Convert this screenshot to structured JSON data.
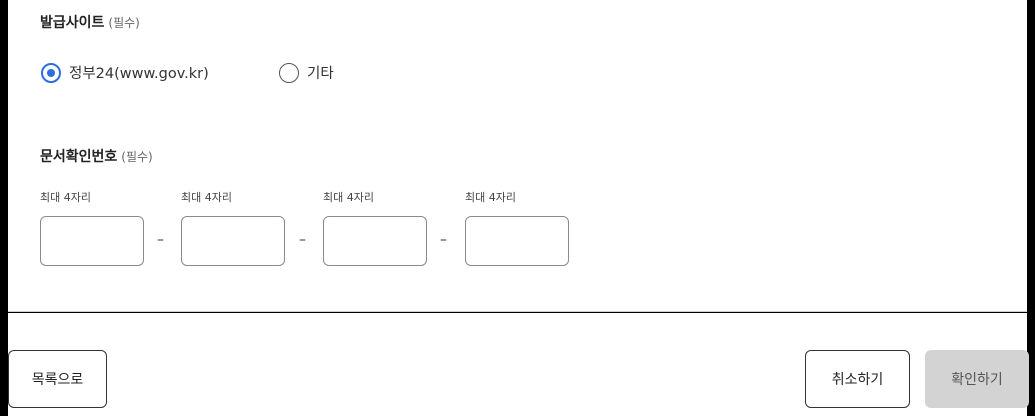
{
  "site": {
    "label": "발급사이트",
    "required": "(필수)",
    "options": [
      {
        "label": "정부24(www.gov.kr)",
        "checked": true
      },
      {
        "label": "기타",
        "checked": false
      }
    ]
  },
  "doc_number": {
    "label": "문서확인번호",
    "required": "(필수)",
    "placeholder": "",
    "fields": [
      {
        "caption": "최대 4자리"
      },
      {
        "caption": "최대 4자리"
      },
      {
        "caption": "최대 4자리"
      },
      {
        "caption": "최대 4자리"
      }
    ],
    "separator": "–"
  },
  "buttons": {
    "list": "목록으로",
    "cancel": "취소하기",
    "confirm": "확인하기"
  },
  "colors": {
    "accent": "#2d6ee0",
    "disabled_button": "#d3d3d3"
  }
}
